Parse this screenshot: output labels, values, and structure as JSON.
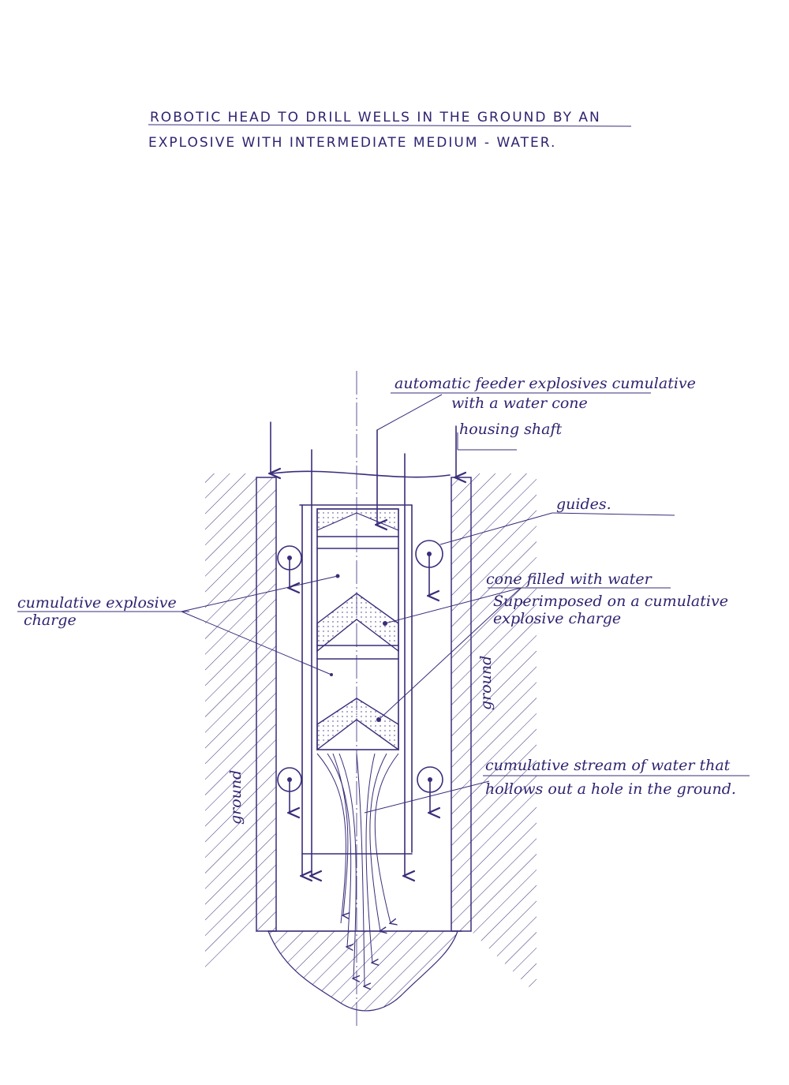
{
  "title": {
    "line1": "ROBOTIC HEAD TO DRILL WELLS IN THE GROUND BY AN",
    "line2": "EXPLOSIVE WITH INTERMEDIATE MEDIUM - WATER."
  },
  "labels": {
    "feeder_line1": "automatic feeder explosives cumulative",
    "feeder_line2": "with a water cone",
    "housing": "housing shaft",
    "guides": "guides.",
    "charge_line1": "cumulative explosive",
    "charge_line2": "charge",
    "cone_line1": "cone filled with water",
    "cone_line2": "Superimposed on a cumulative",
    "cone_line3": "explosive charge",
    "stream_line1": "cumulative stream of water that",
    "stream_line2": "hollows out a hole in the ground.",
    "ground_left": "ground",
    "ground_right": "ground"
  },
  "colors": {
    "ink": "#3a2d7a"
  }
}
